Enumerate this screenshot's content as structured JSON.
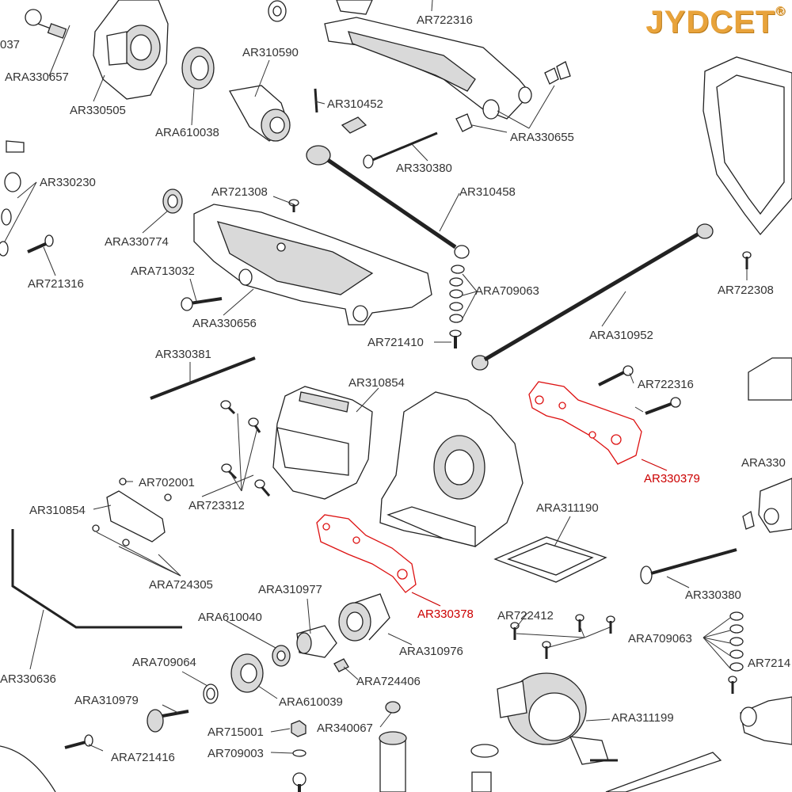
{
  "brand": {
    "name": "JYDCET",
    "mark": "®"
  },
  "highlight_color": "#cc0000",
  "labels": {
    "l01": "037",
    "l02": "ARA330657",
    "l03": "AR330505",
    "l04": "ARA610038",
    "l05": "AR310590",
    "l06": "AR310452",
    "l07": "AR722316",
    "l08": "ARA330655",
    "l09": "AR330380",
    "l10": "AR330230",
    "l11": "AR721308",
    "l12": "AR310458",
    "l13": "ARA330774",
    "l14": "AR721316",
    "l15": "ARA713032",
    "l16": "ARA330656",
    "l17": "ARA709063",
    "l18": "AR721410",
    "l19": "ARA310952",
    "l20": "AR722308",
    "l21": "AR330381",
    "l22": "AR310854",
    "l23": "AR722316",
    "l24": "AR330379",
    "l25": "AR702001",
    "l26": "AR310854",
    "l27": "AR723312",
    "l28": "ARA311190",
    "l29": "ARA330",
    "l30": "ARA724305",
    "l31": "ARA310977",
    "l32": "AR330378",
    "l33": "AR330380",
    "l34": "ARA610040",
    "l35": "ARA310976",
    "l36": "AR722412",
    "l37": "ARA709063",
    "l38": "AR7214",
    "l39": "AR330636",
    "l40": "ARA709064",
    "l41": "ARA724406",
    "l42": "ARA610039",
    "l43": "ARA310979",
    "l44": "ARA311199",
    "l45": "AR715001",
    "l46": "AR340067",
    "l47": "AR709003",
    "l48": "ARA721416"
  }
}
